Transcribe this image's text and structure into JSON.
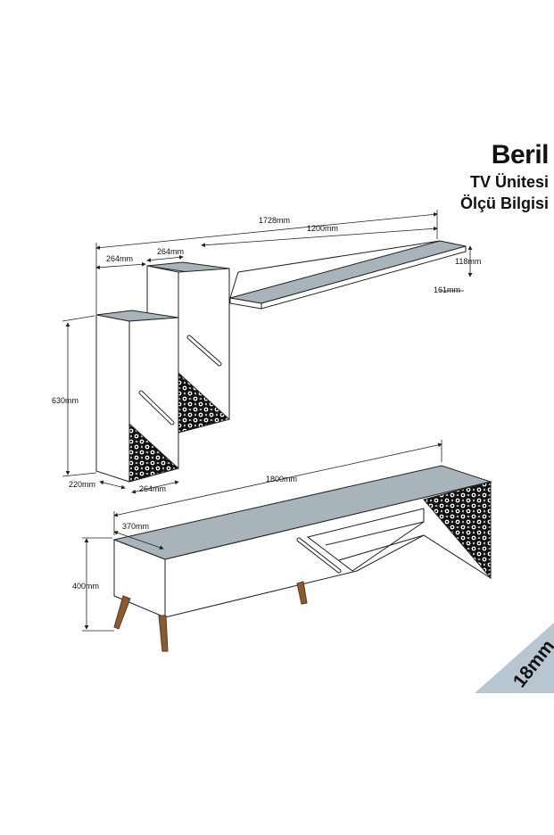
{
  "title": {
    "name": "Beril",
    "line1": "TV Ünitesi",
    "line2": "Ölçü Bilgisi"
  },
  "dimensions": {
    "total_width": "1728mm",
    "shelf_length": "1200mm",
    "cabinet_width_left": "264mm",
    "cabinet_width_right": "264mm",
    "shelf_height": "118mm",
    "shelf_depth": "161mm",
    "cabinet_height": "630mm",
    "cabinet_depth": "220mm",
    "cabinet_bottom_width": "264mm",
    "tv_width": "1800mm",
    "tv_depth": "370mm",
    "tv_height": "400mm"
  },
  "thickness_badge": "18mm",
  "colors": {
    "line": "#222222",
    "top_panel": "#a8b4b9",
    "legs": "#8a5a33",
    "badge": "#b7c6d0",
    "pattern": "#111111"
  }
}
